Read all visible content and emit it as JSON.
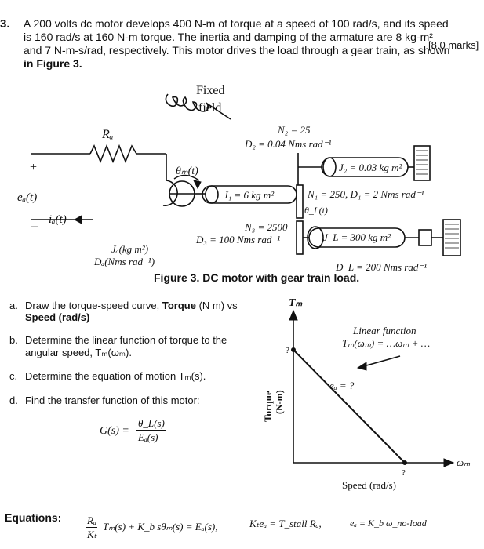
{
  "question": {
    "number": "3.",
    "lines": [
      "A 200 volts dc motor develops 400 N-m of torque at a speed of 100 rad/s, and its speed",
      "is 160 rad/s at 160 N-m torque. The inertia and damping of the armature are 8 kg-m²",
      "and 7 N-m-s/rad, respectively. This motor drives the load through a gear train, as shown",
      "in Figure 3."
    ],
    "marks": "[8.0 marks]"
  },
  "figure": {
    "fixed_field_line1": "Fixed",
    "fixed_field_line2": "field",
    "ra": "Rₐ",
    "plus": "+",
    "minus": "–",
    "ea": "eₐ(t)",
    "ia": "iₐ(t)",
    "theta_m": "θₘ(t)",
    "n2": "N₂ = 25",
    "d2": "D₂ = 0.04 Nms rad⁻¹",
    "j2": "J₂ = 0.03 kg m²",
    "j1": "J₁ = 6 kg m²",
    "n1d1": "N₁ = 250, D₁ = 2 Nms rad⁻¹",
    "theta_l": "θ_L(t)",
    "n3": "N₃ = 2500",
    "d3": "D₃ = 100 Nms rad⁻¹",
    "jl": "J_L = 300 kg m²",
    "ja": "Jₐ(kg m²)",
    "da": "Dₐ(Nms rad⁻¹)",
    "dl": "D_L = 200 Nms rad⁻¹",
    "caption": "Figure 3. DC motor with gear train load."
  },
  "parts": {
    "a_prefix": "a.",
    "a_line1_pre": "Draw the torque-speed curve, ",
    "a_line1_bold": "Torque",
    "a_line1_post": " (N m) vs",
    "a_line2": "Speed (rad/s)",
    "b_prefix": "b.",
    "b_line1": "Determine the linear function of torque to the",
    "b_line2": "angular speed, Tₘ(ωₘ).",
    "c_prefix": "c.",
    "c_line": "Determine the equation of motion Tₘ(s).",
    "d_prefix": "d.",
    "d_line": "Find the transfer function of this motor:",
    "g_lhs": "G(s) =",
    "g_num": "θ_L(s)",
    "g_den": "Eₐ(s)"
  },
  "graph": {
    "y_axis_symbol": "Tₘ",
    "y_axis_label": "Torque",
    "y_axis_unit": "(N-m)",
    "y_intercept_mark": "?",
    "x_axis_symbol": "ωₘ",
    "x_axis_label": "Speed (rad/s)",
    "x_intercept_mark": "?",
    "linear_title": "Linear function",
    "linear_formula": "Tₘ(ωₘ) = …ωₘ + …",
    "ea_mark": "eₐ = ?"
  },
  "equations": {
    "label": "Equations:",
    "eq1_frac_num": "Rₐ",
    "eq1_frac_den": "Kₜ",
    "eq1_rest": "Tₘ(s) + K_b sθₘ(s) = Eₐ(s),",
    "eq2": "Kₜeₐ = T_stall Rₐ,",
    "eq3": "eₐ = K_b ω_no-load"
  }
}
